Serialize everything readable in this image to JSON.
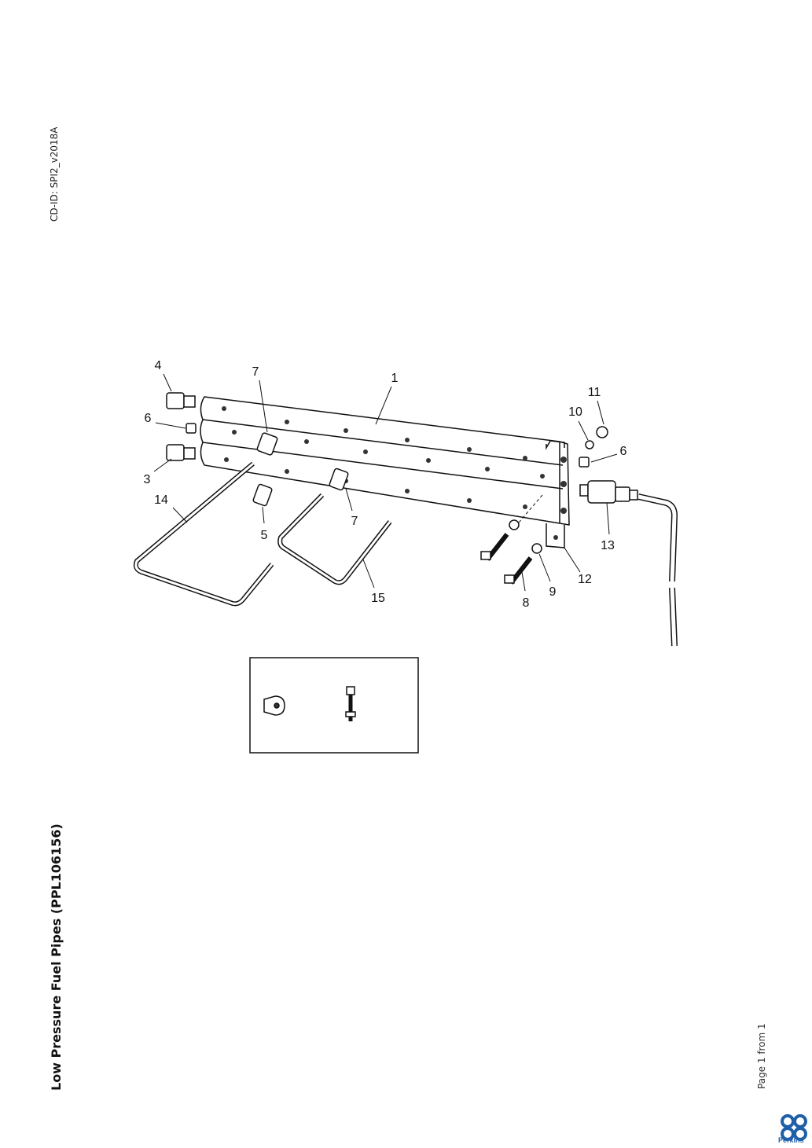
{
  "header": {
    "cd_id": "CD-ID: SPI2_v2018A"
  },
  "title": "Low Pressure Fuel Pipes (PPL106156)",
  "footer": {
    "page": "Page 1 from 1",
    "brand": "Perkins"
  },
  "diagram": {
    "callouts": [
      "4",
      "7",
      "1",
      "11",
      "10",
      "6",
      "6",
      "3",
      "14",
      "5",
      "7",
      "13",
      "12",
      "9",
      "8",
      "15"
    ]
  },
  "colors": {
    "brand": "#1f5fa8"
  }
}
